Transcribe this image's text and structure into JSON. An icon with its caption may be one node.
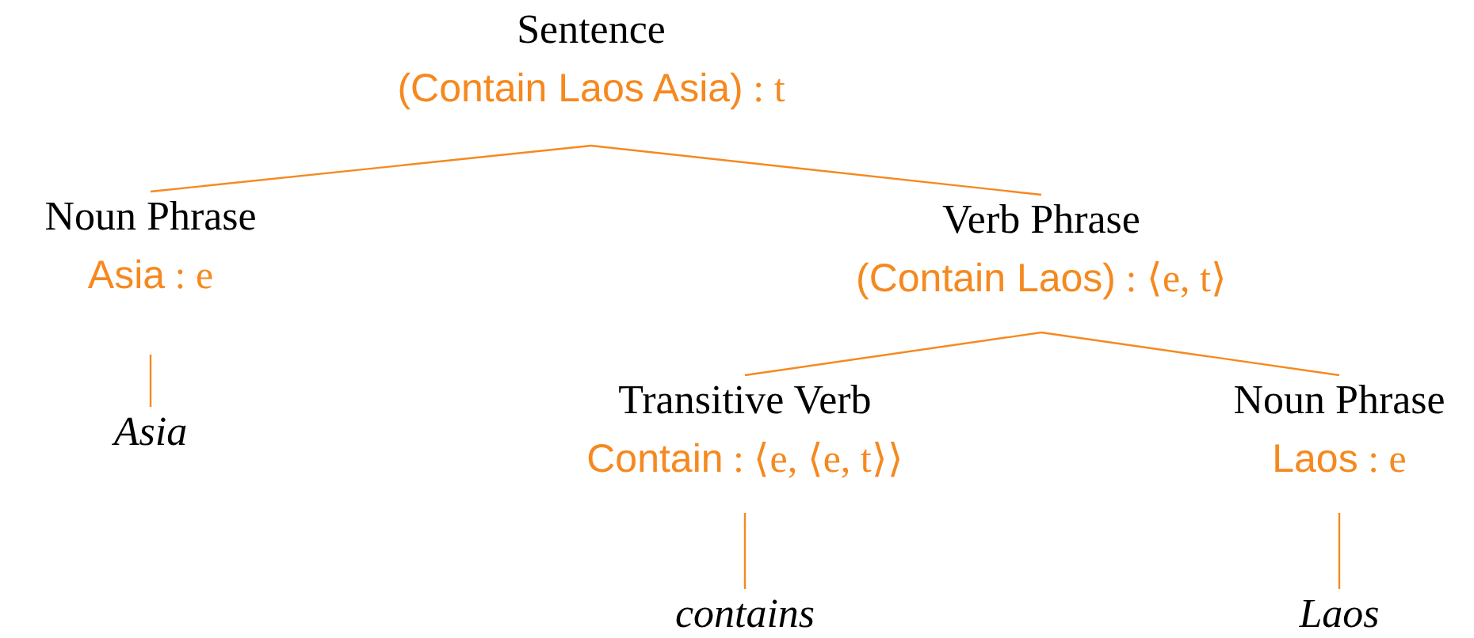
{
  "diagram": {
    "nodes": [
      {
        "text": [
          "Sentence",
          "(Contain Laos Asia) : t"
        ]
      },
      {
        "text": [
          "Noun Phrase",
          "Asia : e"
        ]
      },
      {
        "text": [
          "Verb Phrase",
          "(Contain Laos) : ⟨e, t⟩"
        ]
      },
      {
        "text": [
          "Asia"
        ]
      },
      {
        "text": [
          "Transitive Verb",
          "Contain : ⟨e, ⟨e, t⟩⟩"
        ]
      },
      {
        "text": [
          "Noun Phrase",
          "Laos : e"
        ]
      },
      {
        "text": [
          "contains"
        ]
      },
      {
        "text": [
          "Laos"
        ]
      }
    ],
    "edges": [
      {
        "from": 0,
        "to": 1,
        "arrow": "none",
        "color": "#f5891f"
      },
      {
        "from": 0,
        "to": 2,
        "arrow": "none",
        "color": "#f5891f"
      },
      {
        "from": 1,
        "to": 3,
        "arrow": "none",
        "color": "#f5891f"
      },
      {
        "from": 2,
        "to": 4,
        "arrow": "none",
        "color": "#f5891f"
      },
      {
        "from": 2,
        "to": 5,
        "arrow": "none",
        "color": "#f5891f"
      },
      {
        "from": 4,
        "to": 6,
        "arrow": "none",
        "color": "#f5891f"
      },
      {
        "from": 5,
        "to": 7,
        "arrow": "none",
        "color": "#f5891f"
      }
    ]
  }
}
